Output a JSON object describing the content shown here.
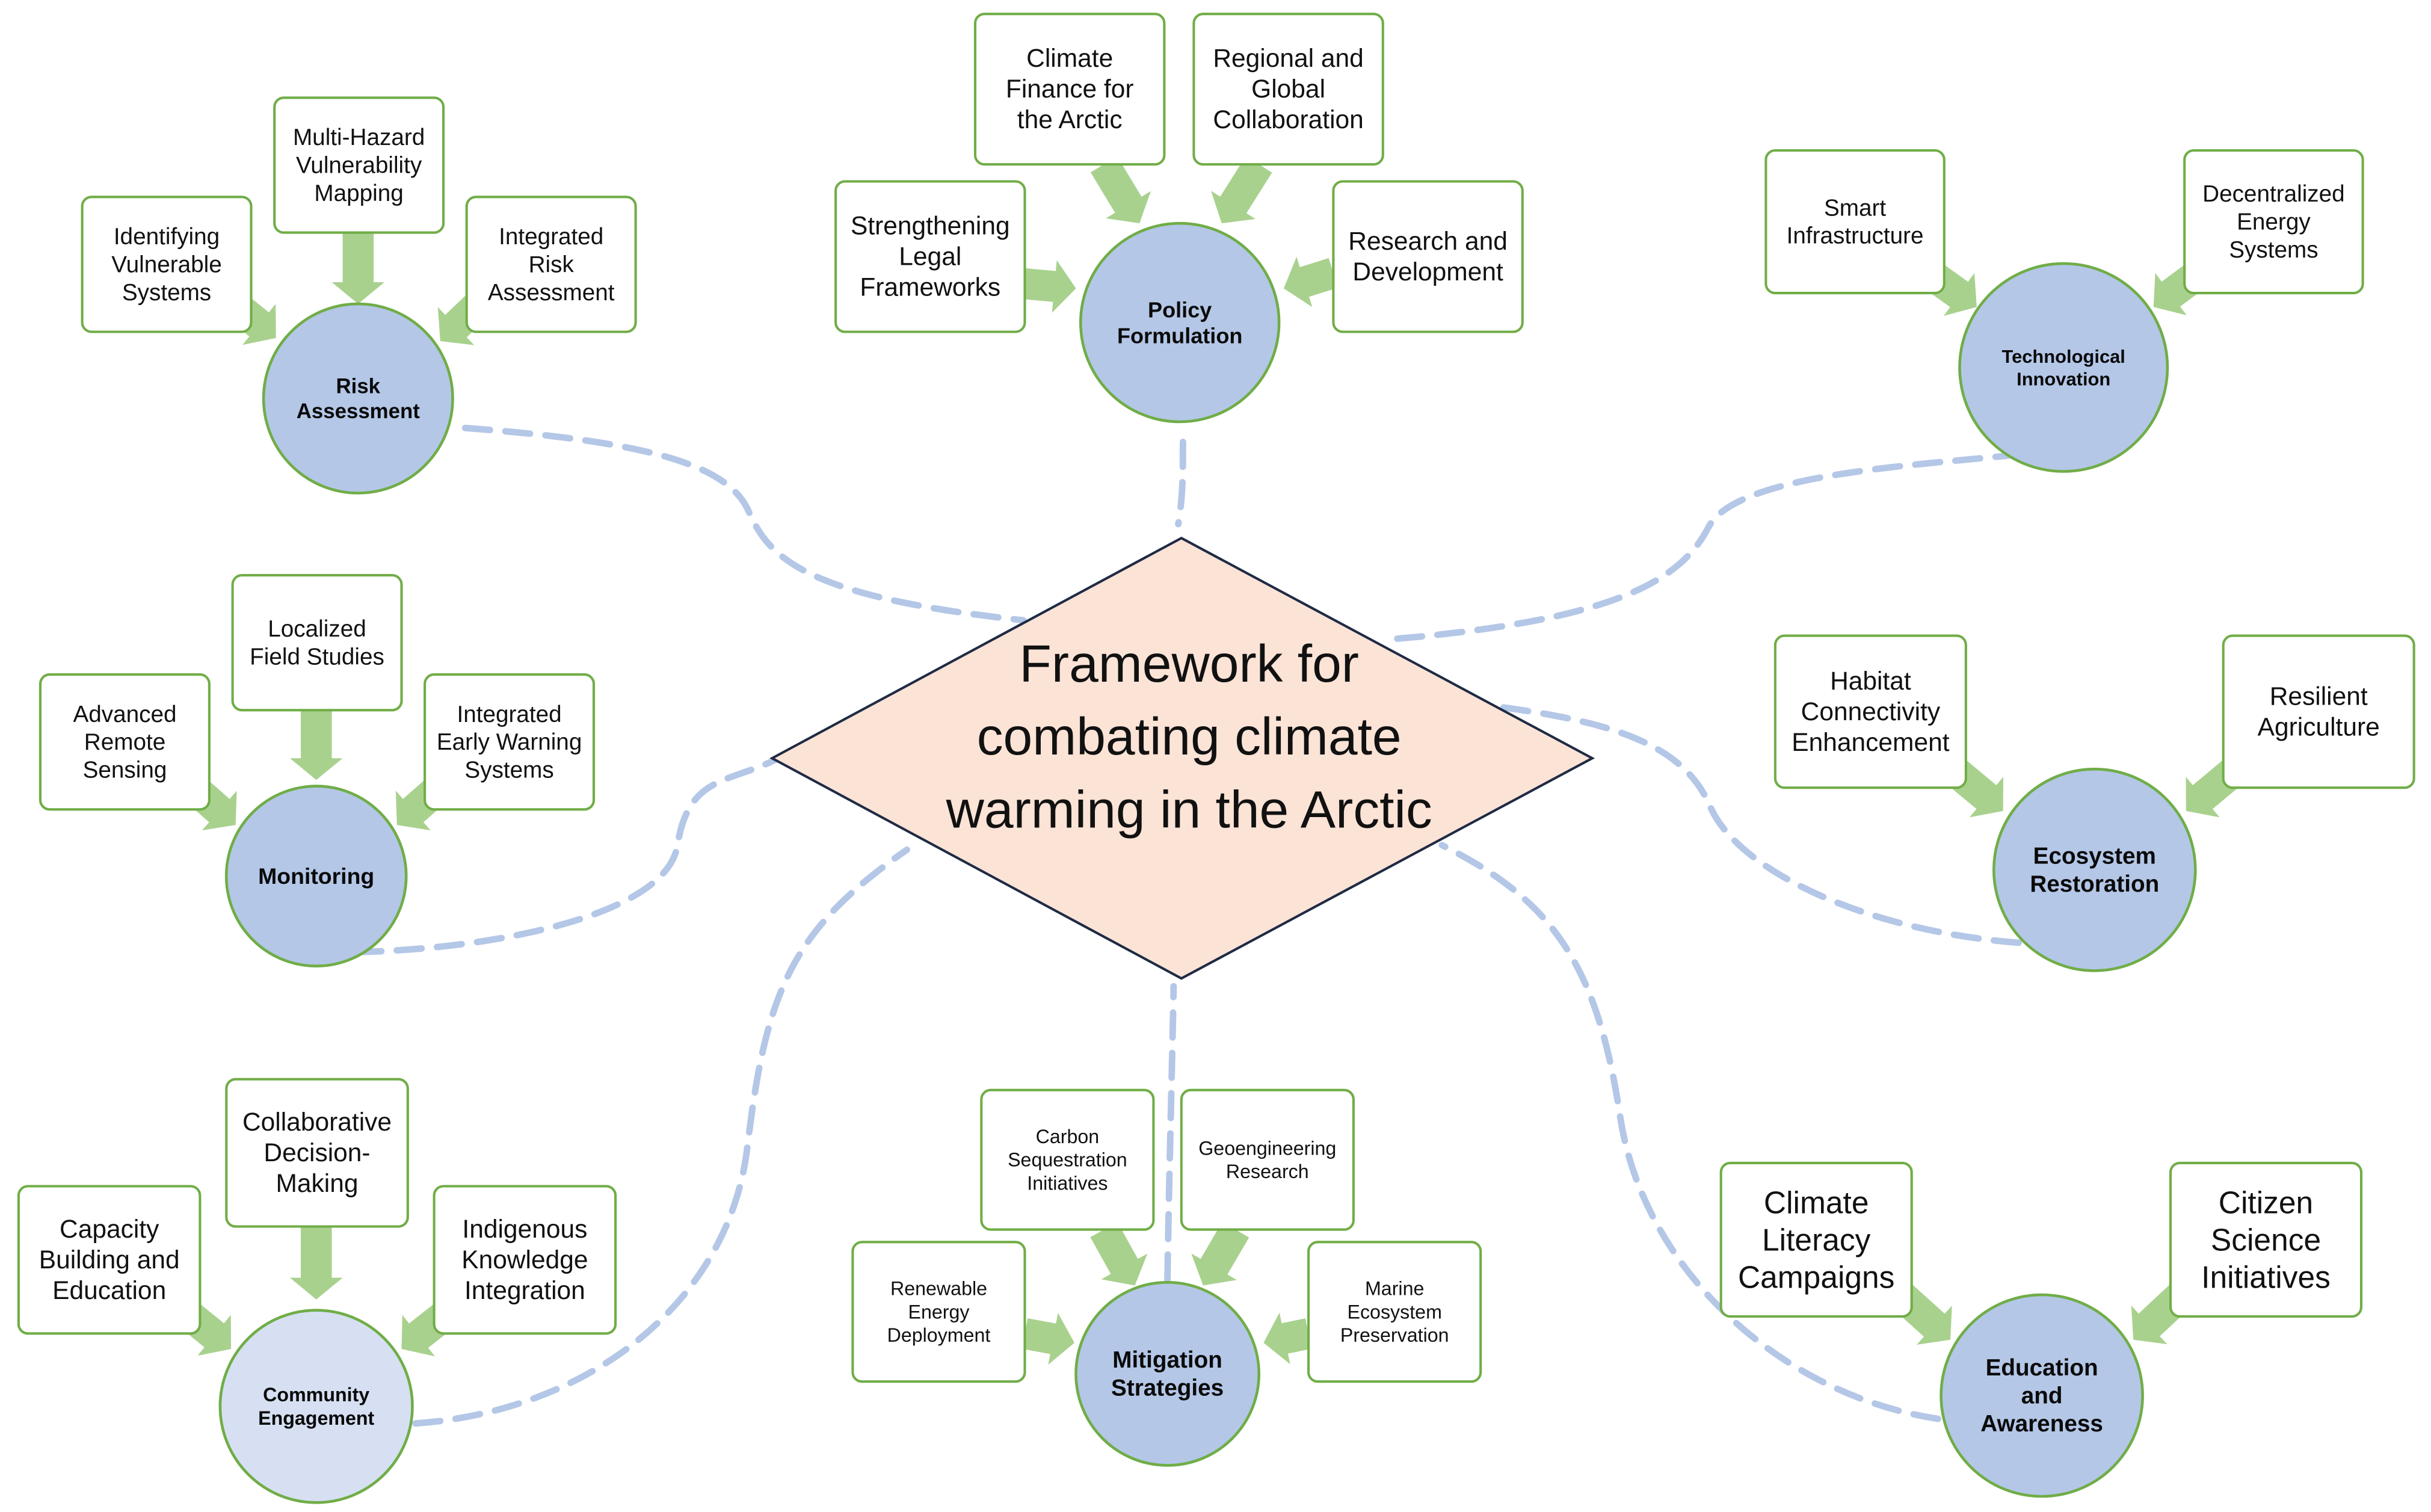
{
  "center": {
    "lines": [
      "Framework for",
      "combating climate",
      "warming in the Arctic"
    ]
  },
  "hubs": [
    {
      "id": "risk-assessment",
      "lines": [
        "Risk",
        "Assessment"
      ],
      "children": [
        {
          "id": "identifying-vulnerable-systems",
          "lines": [
            "Identifying",
            "Vulnerable",
            "Systems"
          ]
        },
        {
          "id": "multi-hazard-vulnerability-mapping",
          "lines": [
            "Multi-Hazard",
            "Vulnerability",
            "Mapping"
          ]
        },
        {
          "id": "integrated-risk-assessment",
          "lines": [
            "Integrated",
            "Risk",
            "Assessment"
          ]
        }
      ]
    },
    {
      "id": "policy-formulation",
      "lines": [
        "Policy",
        "Formulation"
      ],
      "children": [
        {
          "id": "strengthening-legal-frameworks",
          "lines": [
            "Strengthening",
            "Legal",
            "Frameworks"
          ]
        },
        {
          "id": "climate-finance-arctic",
          "lines": [
            "Climate",
            "Finance for",
            "the Arctic"
          ]
        },
        {
          "id": "regional-global-collaboration",
          "lines": [
            "Regional and",
            "Global",
            "Collaboration"
          ]
        },
        {
          "id": "research-development",
          "lines": [
            "Research and",
            "Development"
          ]
        }
      ]
    },
    {
      "id": "technological-innovation",
      "lines": [
        "Technological",
        "Innovation"
      ],
      "children": [
        {
          "id": "smart-infrastructure",
          "lines": [
            "Smart",
            "Infrastructure"
          ]
        },
        {
          "id": "decentralized-energy-systems",
          "lines": [
            "Decentralized",
            "Energy",
            "Systems"
          ]
        }
      ]
    },
    {
      "id": "monitoring",
      "lines": [
        "Monitoring"
      ],
      "children": [
        {
          "id": "advanced-remote-sensing",
          "lines": [
            "Advanced",
            "Remote",
            "Sensing"
          ]
        },
        {
          "id": "localized-field-studies",
          "lines": [
            "Localized",
            "Field Studies"
          ]
        },
        {
          "id": "integrated-early-warning",
          "lines": [
            "Integrated",
            "Early Warning",
            "Systems"
          ]
        }
      ]
    },
    {
      "id": "ecosystem-restoration",
      "lines": [
        "Ecosystem",
        "Restoration"
      ],
      "children": [
        {
          "id": "habitat-connectivity",
          "lines": [
            "Habitat",
            "Connectivity",
            "Enhancement"
          ]
        },
        {
          "id": "resilient-agriculture",
          "lines": [
            "Resilient",
            "Agriculture"
          ]
        }
      ]
    },
    {
      "id": "community-engagement",
      "lines": [
        "Community",
        "Engagement"
      ],
      "children": [
        {
          "id": "capacity-building",
          "lines": [
            "Capacity",
            "Building and",
            "Education"
          ]
        },
        {
          "id": "collaborative-decision-making",
          "lines": [
            "Collaborative",
            "Decision-",
            "Making"
          ]
        },
        {
          "id": "indigenous-knowledge",
          "lines": [
            "Indigenous",
            "Knowledge",
            "Integration"
          ]
        }
      ]
    },
    {
      "id": "mitigation-strategies",
      "lines": [
        "Mitigation",
        "Strategies"
      ],
      "children": [
        {
          "id": "renewable-energy-deployment",
          "lines": [
            "Renewable",
            "Energy",
            "Deployment"
          ]
        },
        {
          "id": "carbon-sequestration",
          "lines": [
            "Carbon",
            "Sequestration",
            "Initiatives"
          ]
        },
        {
          "id": "geoengineering-research",
          "lines": [
            "Geoengineering",
            "Research"
          ]
        },
        {
          "id": "marine-ecosystem-preservation",
          "lines": [
            "Marine",
            "Ecosystem",
            "Preservation"
          ]
        }
      ]
    },
    {
      "id": "education-awareness",
      "lines": [
        "Education",
        "and",
        "Awareness"
      ],
      "children": [
        {
          "id": "climate-literacy",
          "lines": [
            "Climate",
            "Literacy",
            "Campaigns"
          ]
        },
        {
          "id": "citizen-science",
          "lines": [
            "Citizen",
            "Science",
            "Initiatives"
          ]
        }
      ]
    }
  ],
  "colors": {
    "center_fill": "#fbe3d6",
    "center_stroke": "#1f2a44",
    "hub_fill": "#b4c7e7",
    "hub_fill_light": "#d6e0f2",
    "hub_stroke": "#70ad47",
    "box_stroke": "#70ad47",
    "arrow_fill": "#a9d18e",
    "connector": "#b4c7e7"
  }
}
